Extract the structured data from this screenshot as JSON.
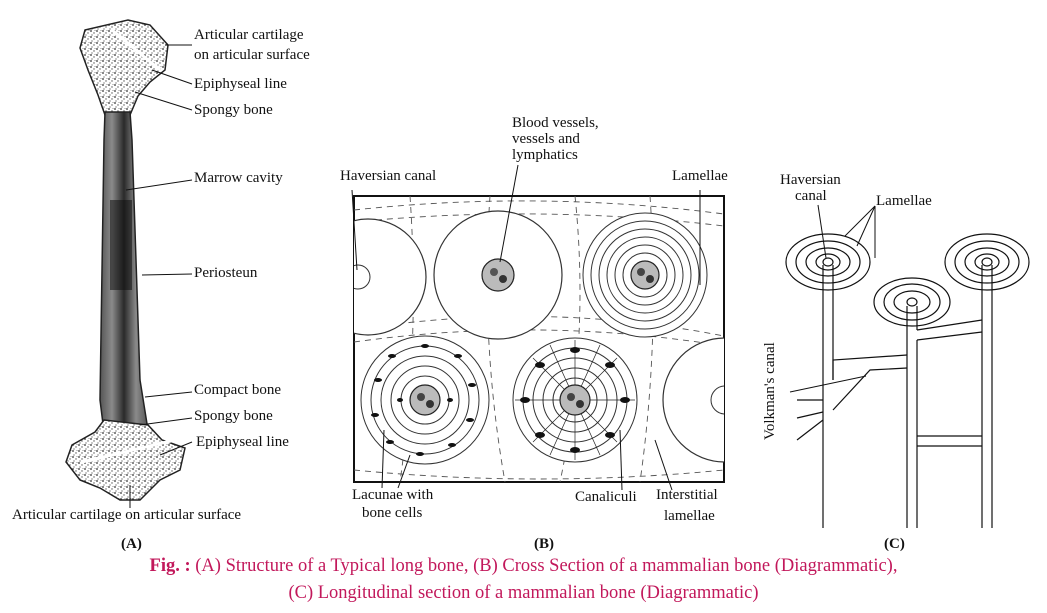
{
  "panel_a": {
    "labels": {
      "articular_cartilage_top_1": "Articular cartilage",
      "articular_cartilage_top_2": "on articular surface",
      "epiphyseal_line_top": "Epiphyseal line",
      "spongy_bone_top": "Spongy bone",
      "marrow_cavity": "Marrow cavity",
      "periosteum": "Periosteun",
      "compact_bone": "Compact bone",
      "spongy_bone_bottom": "Spongy bone",
      "epiphyseal_line_bottom": "Epiphyseal line",
      "articular_cartilage_bottom": "Articular cartilage on articular surface"
    },
    "tag": "(A)"
  },
  "panel_b": {
    "labels": {
      "blood_vessels_1": "Blood vessels,",
      "blood_vessels_2": "vessels and",
      "blood_vessels_3": "lymphatics",
      "haversian_canal": "Haversian canal",
      "lamellae": "Lamellae",
      "lacunae_1": "Lacunae with",
      "lacunae_2": "bone cells",
      "canaliculi": "Canaliculi",
      "interstitial_1": "Interstitial",
      "interstitial_2": "lamellae"
    },
    "tag": "(B)"
  },
  "panel_c": {
    "labels": {
      "haversian_1": "Haversian",
      "haversian_2": "canal",
      "lamellae": "Lamellae",
      "volkmans_canal": "Volkman's canal"
    },
    "tag": "(C)"
  },
  "caption": {
    "fig": "Fig. :",
    "line1": "(A) Structure of a Typical long bone, (B) Cross Section of a mammalian bone (Diagrammatic),",
    "line2": "(C) Longitudinal section of a mammalian bone (Diagrammatic)"
  },
  "colors": {
    "caption": "#c2185b",
    "ink": "#111111"
  }
}
